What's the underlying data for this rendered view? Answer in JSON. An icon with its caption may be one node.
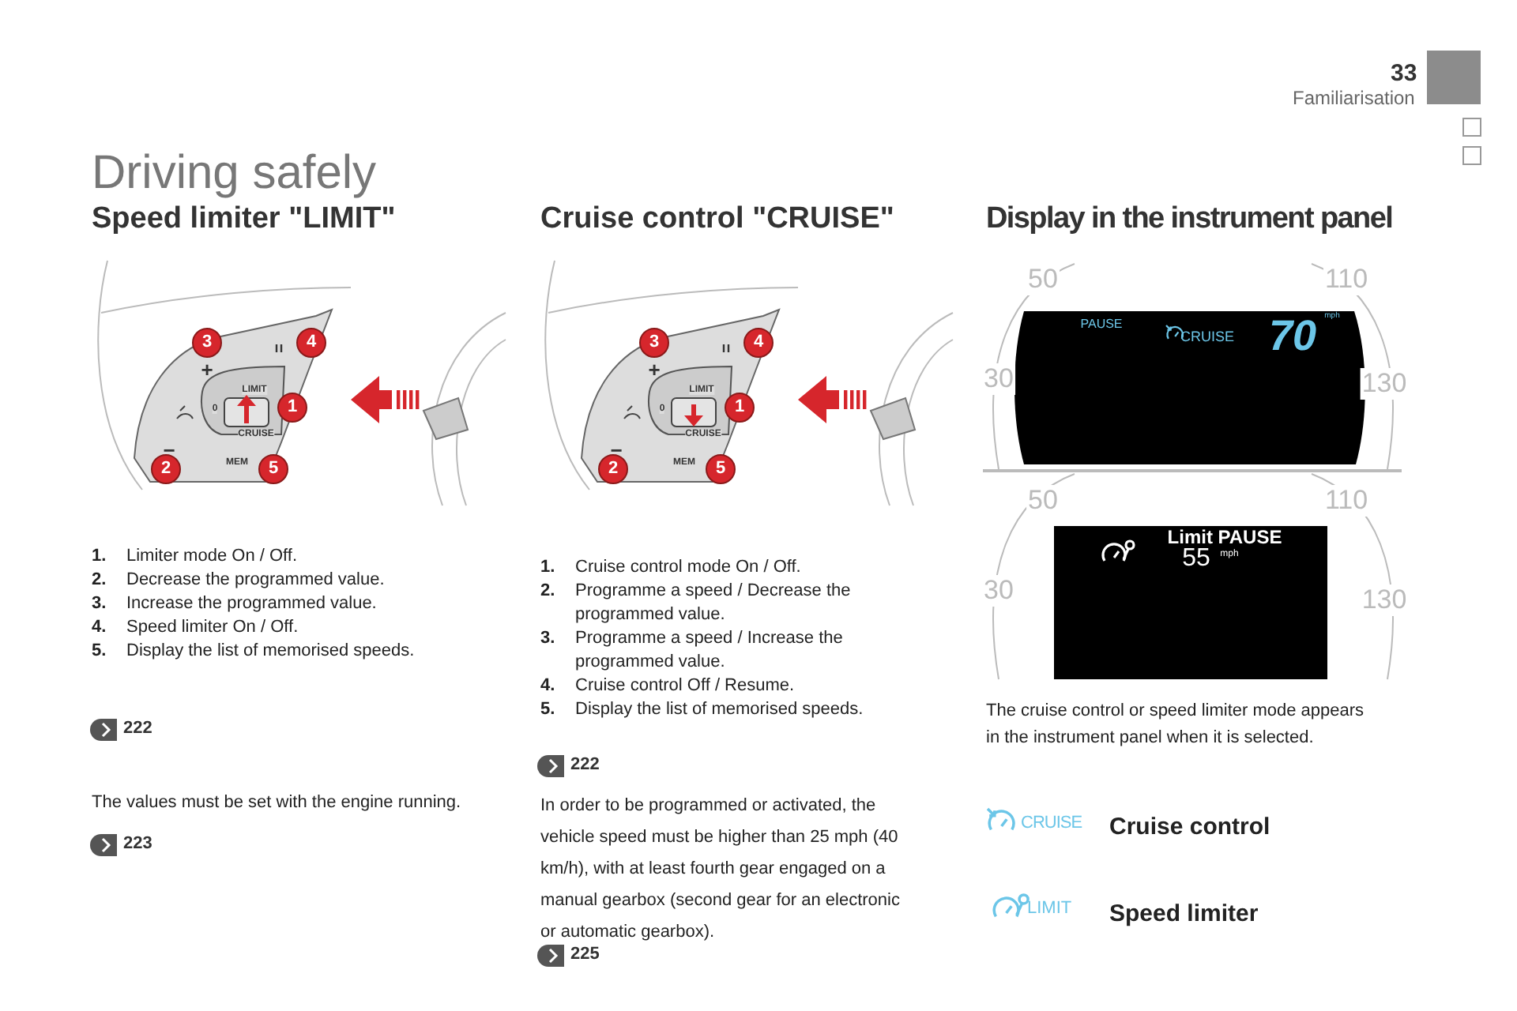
{
  "diagram": {
    "title": "Driving safely",
    "labels": [
      "33",
      "Familiarisation",
      "Speed limiter \"LIMIT\"",
      "Cruise control \"CRUISE\"",
      "Display in the instrument panel",
      "3",
      "4",
      "+",
      "LIMIT",
      "0",
      "1",
      "CRUISE",
      "−",
      "2",
      "MEM",
      "5",
      "3",
      "4",
      "+",
      "LIMIT",
      "0",
      "1",
      "CRUISE",
      "−",
      "2",
      "MEM",
      "5",
      "50",
      "110",
      "30",
      "130",
      "PAUSE",
      "CRUISE",
      "70",
      "mph",
      "50",
      "110",
      "Limit PAUSE",
      "55",
      "mph",
      "30",
      "130",
      "**1.** Limiter mode On / Off.",
      "**2.** Decrease the programmed value.",
      "**3.** Increase the programmed value.",
      "**4.** Speed limiter On / Off.",
      "**5.** Display the list of memorised speeds.",
      "222",
      "The values must be set with the engine running.",
      "223",
      "**1.** Cruise control mode On / Off.",
      "**2.** Programme a speed / Decrease the programmed value.",
      "**3.** Programme a speed / Increase the programmed value.",
      "**4.** Cruise control Off / Resume.",
      "**5.** Display the list of memorised speeds.",
      "222",
      "In order to be programmed or activated, the vehicle speed must be higher than 25 mph (40 km/h), with at least fourth gear engaged on a manual gearbox (second gear for an electronic or automatic gearbox).",
      "225",
      "The cruise control or speed limiter mode appears in the instrument panel when it is selected.",
      "CRUISE",
      "LIMIT"
    ],
    "legend": [
      {
        "text": "Cruise control"
      },
      {
        "text": "Speed limiter"
      }
    ]
  }
}
